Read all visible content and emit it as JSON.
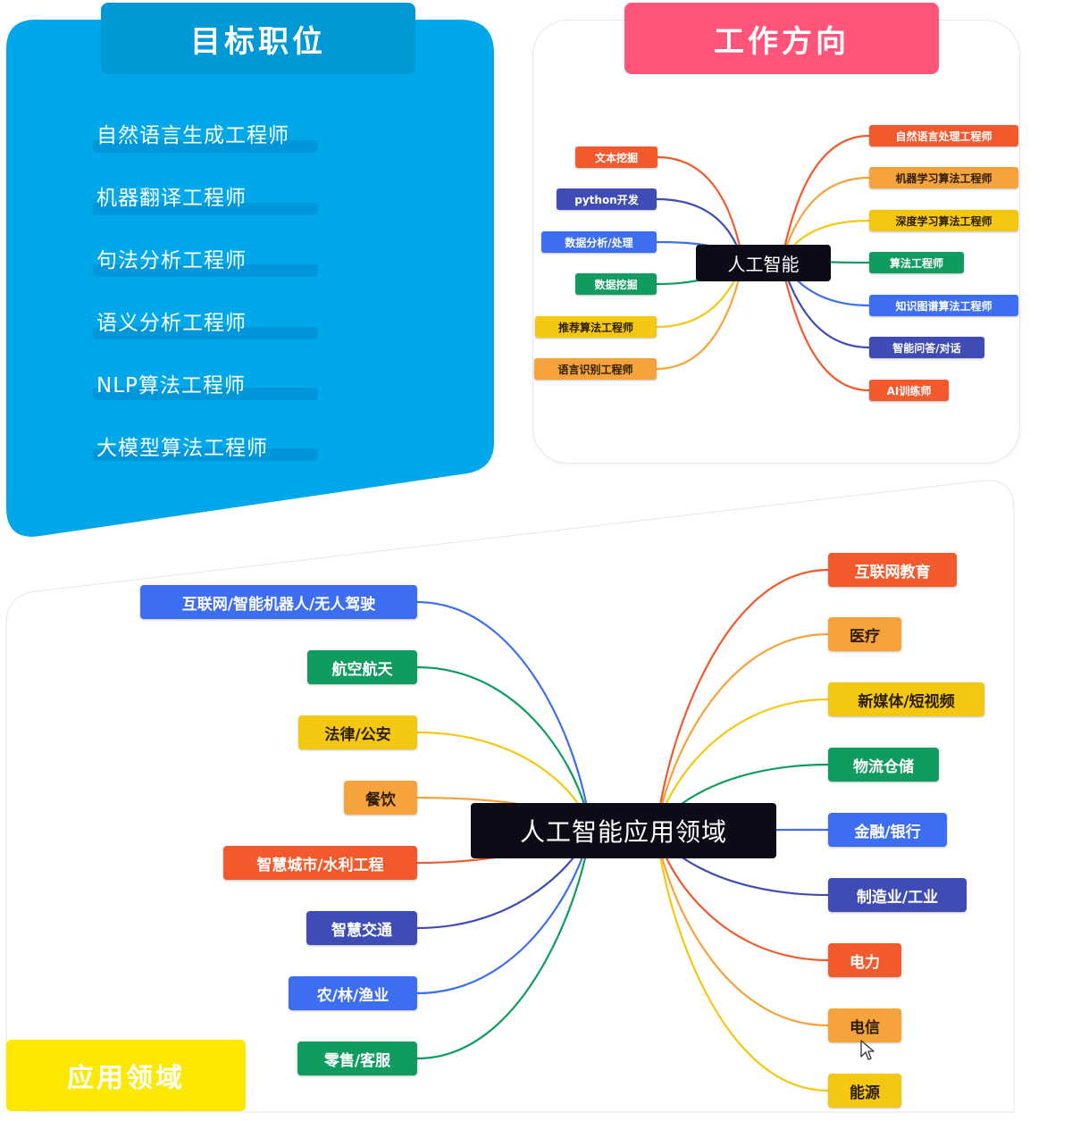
{
  "target_positions": {
    "title": "目标职位",
    "jobs": [
      "自然语言生成工程师",
      "机器翻译工程师",
      "句法分析工程师",
      "语义分析工程师",
      "NLP算法工程师",
      "大模型算法工程师"
    ],
    "color": "#00a8ea"
  },
  "work_direction": {
    "title": "工作方向",
    "center": "人工智能",
    "left_nodes": [
      {
        "label": "文本挖掘",
        "color": "#f25a2e"
      },
      {
        "label": "python开发",
        "color": "#3f4cb5"
      },
      {
        "label": "数据分析/处理",
        "color": "#3d6ef2"
      },
      {
        "label": "数据挖掘",
        "color": "#109b5f"
      },
      {
        "label": "推荐算法工程师",
        "color": "#f4c812"
      },
      {
        "label": "语言识别工程师",
        "color": "#f7a33c"
      }
    ],
    "right_nodes": [
      {
        "label": "自然语言处理工程师",
        "color": "#f25a2e"
      },
      {
        "label": "机器学习算法工程师",
        "color": "#f7a33c"
      },
      {
        "label": "深度学习算法工程师",
        "color": "#f4c812"
      },
      {
        "label": "算法工程师",
        "color": "#109b5f"
      },
      {
        "label": "知识图谱算法工程师",
        "color": "#3d6ef2"
      },
      {
        "label": "智能问答/对话",
        "color": "#3f4cb5"
      },
      {
        "label": "AI训练师",
        "color": "#f25a2e"
      }
    ]
  },
  "application_fields": {
    "title": "应用领域",
    "center": "人工智能应用领域",
    "left_nodes": [
      {
        "label": "互联网/智能机器人/无人驾驶",
        "color": "#3d6ef2"
      },
      {
        "label": "航空航天",
        "color": "#109b5f"
      },
      {
        "label": "法律/公安",
        "color": "#f4c812"
      },
      {
        "label": "餐饮",
        "color": "#f7a33c"
      },
      {
        "label": "智慧城市/水利工程",
        "color": "#f25a2e"
      },
      {
        "label": "智慧交通",
        "color": "#3f4cb5"
      },
      {
        "label": "农/林/渔业",
        "color": "#3d6ef2"
      },
      {
        "label": "零售/客服",
        "color": "#109b5f"
      }
    ],
    "right_nodes": [
      {
        "label": "互联网教育",
        "color": "#f25a2e"
      },
      {
        "label": "医疗",
        "color": "#f7a33c"
      },
      {
        "label": "新媒体/短视频",
        "color": "#f4c812"
      },
      {
        "label": "物流仓储",
        "color": "#109b5f"
      },
      {
        "label": "金融/银行",
        "color": "#3d6ef2"
      },
      {
        "label": "制造业/工业",
        "color": "#3f4cb5"
      },
      {
        "label": "电力",
        "color": "#f25a2e"
      },
      {
        "label": "电信",
        "color": "#f7a33c"
      },
      {
        "label": "能源",
        "color": "#f4c812"
      }
    ]
  }
}
